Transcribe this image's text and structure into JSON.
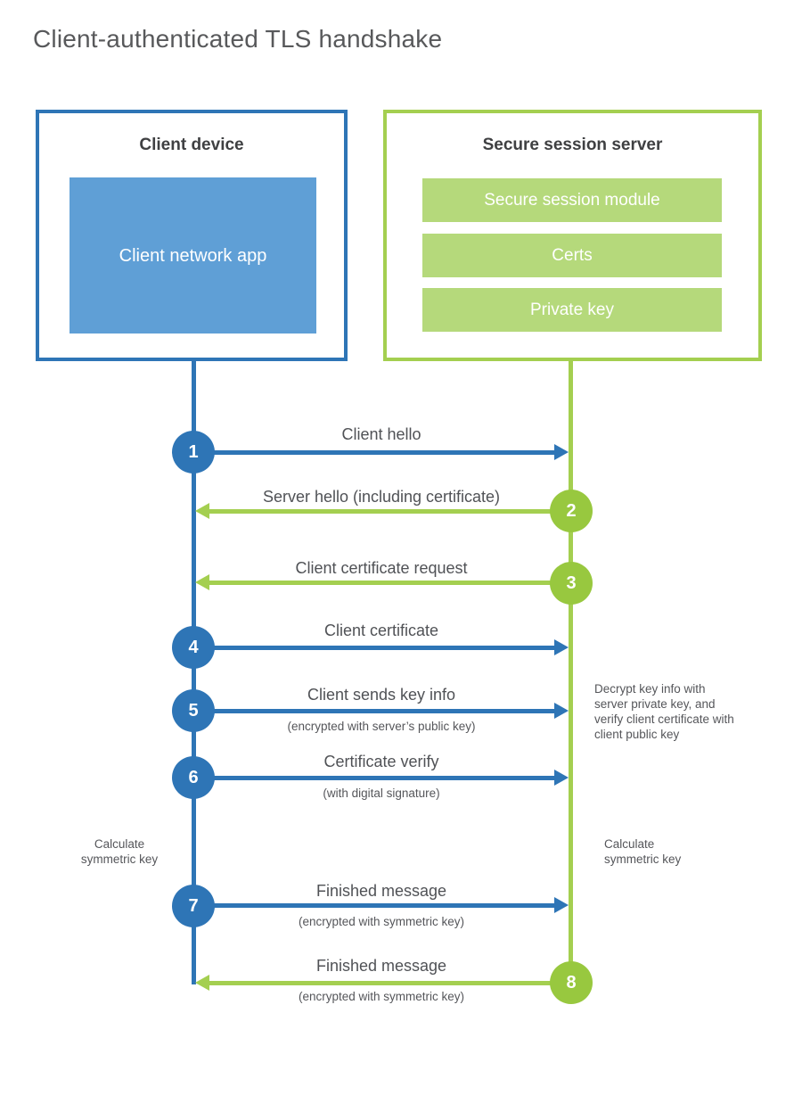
{
  "page_title": "Client-authenticated TLS handshake",
  "client_box": {
    "title": "Client device",
    "app": "Client network app"
  },
  "server_box": {
    "title": "Secure session server",
    "modules": [
      "Secure session module",
      "Certs",
      "Private key"
    ]
  },
  "steps": [
    {
      "num": "1",
      "direction": "client-to-server",
      "label": "Client hello",
      "sub": ""
    },
    {
      "num": "2",
      "direction": "server-to-client",
      "label": "Server hello (including certificate)",
      "sub": ""
    },
    {
      "num": "3",
      "direction": "server-to-client",
      "label": "Client certificate request",
      "sub": ""
    },
    {
      "num": "4",
      "direction": "client-to-server",
      "label": "Client certificate",
      "sub": ""
    },
    {
      "num": "5",
      "direction": "client-to-server",
      "label": "Client sends key info",
      "sub": "(encrypted with server’s public key)"
    },
    {
      "num": "6",
      "direction": "client-to-server",
      "label": "Certificate verify",
      "sub": "(with digital signature)"
    },
    {
      "num": "7",
      "direction": "client-to-server",
      "label": "Finished message",
      "sub": "(encrypted with symmetric key)"
    },
    {
      "num": "8",
      "direction": "server-to-client",
      "label": "Finished message",
      "sub": "(encrypted with symmetric key)"
    }
  ],
  "annotations": {
    "decrypt_note": "Decrypt key info with server private key, and verify client certificate with client public key",
    "calculate_left": "Calculate symmetric key",
    "calculate_right": "Calculate symmetric key"
  },
  "colors": {
    "blue": "#2e75b6",
    "blue-fill": "#5f9fd6",
    "green": "#a4cf50",
    "green-fill": "#b5d97b",
    "green-circle": "#98c83f",
    "text": "#55565a",
    "heading": "#3f4042"
  }
}
